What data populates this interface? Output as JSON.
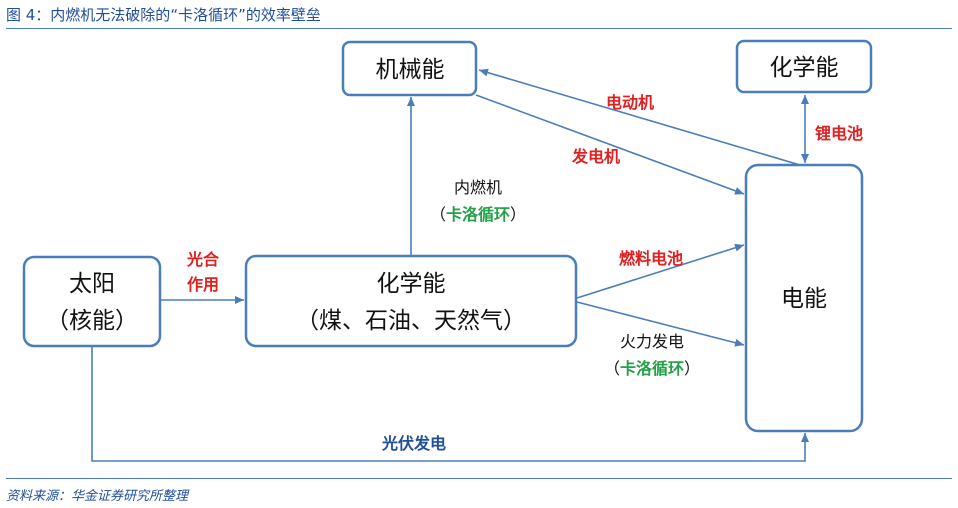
{
  "caption": "图 4：内燃机无法破除的“卡洛循环”的效率壁垒",
  "source": "资料来源：华金证券研究所整理",
  "colors": {
    "box_border": "#4a7ebb",
    "arrow": "#4a7ebb",
    "red": "#e02020",
    "green": "#24a148",
    "blue_text": "#1f4e9c",
    "black": "#111111"
  },
  "nodes": {
    "mechanical": "机械能",
    "chemical_top": "化学能",
    "sun_line1": "太阳",
    "sun_line2": "（核能）",
    "chem_line1": "化学能",
    "chem_line2": "（煤、石油、天然气）",
    "electric": "电能"
  },
  "labels": {
    "motor": "电动机",
    "lithium": "锂电池",
    "generator": "发电机",
    "ice_line1": "内燃机",
    "ice_open": "（",
    "ice_carnot": "卡洛循环",
    "ice_close": "）",
    "photo_line1": "光合",
    "photo_line2": "作用",
    "fuel_cell": "燃料电池",
    "thermal_line1": "火力发电",
    "thermal_open": "（",
    "thermal_carnot": "卡洛循环",
    "thermal_close": "）",
    "pv": "光伏发电"
  }
}
